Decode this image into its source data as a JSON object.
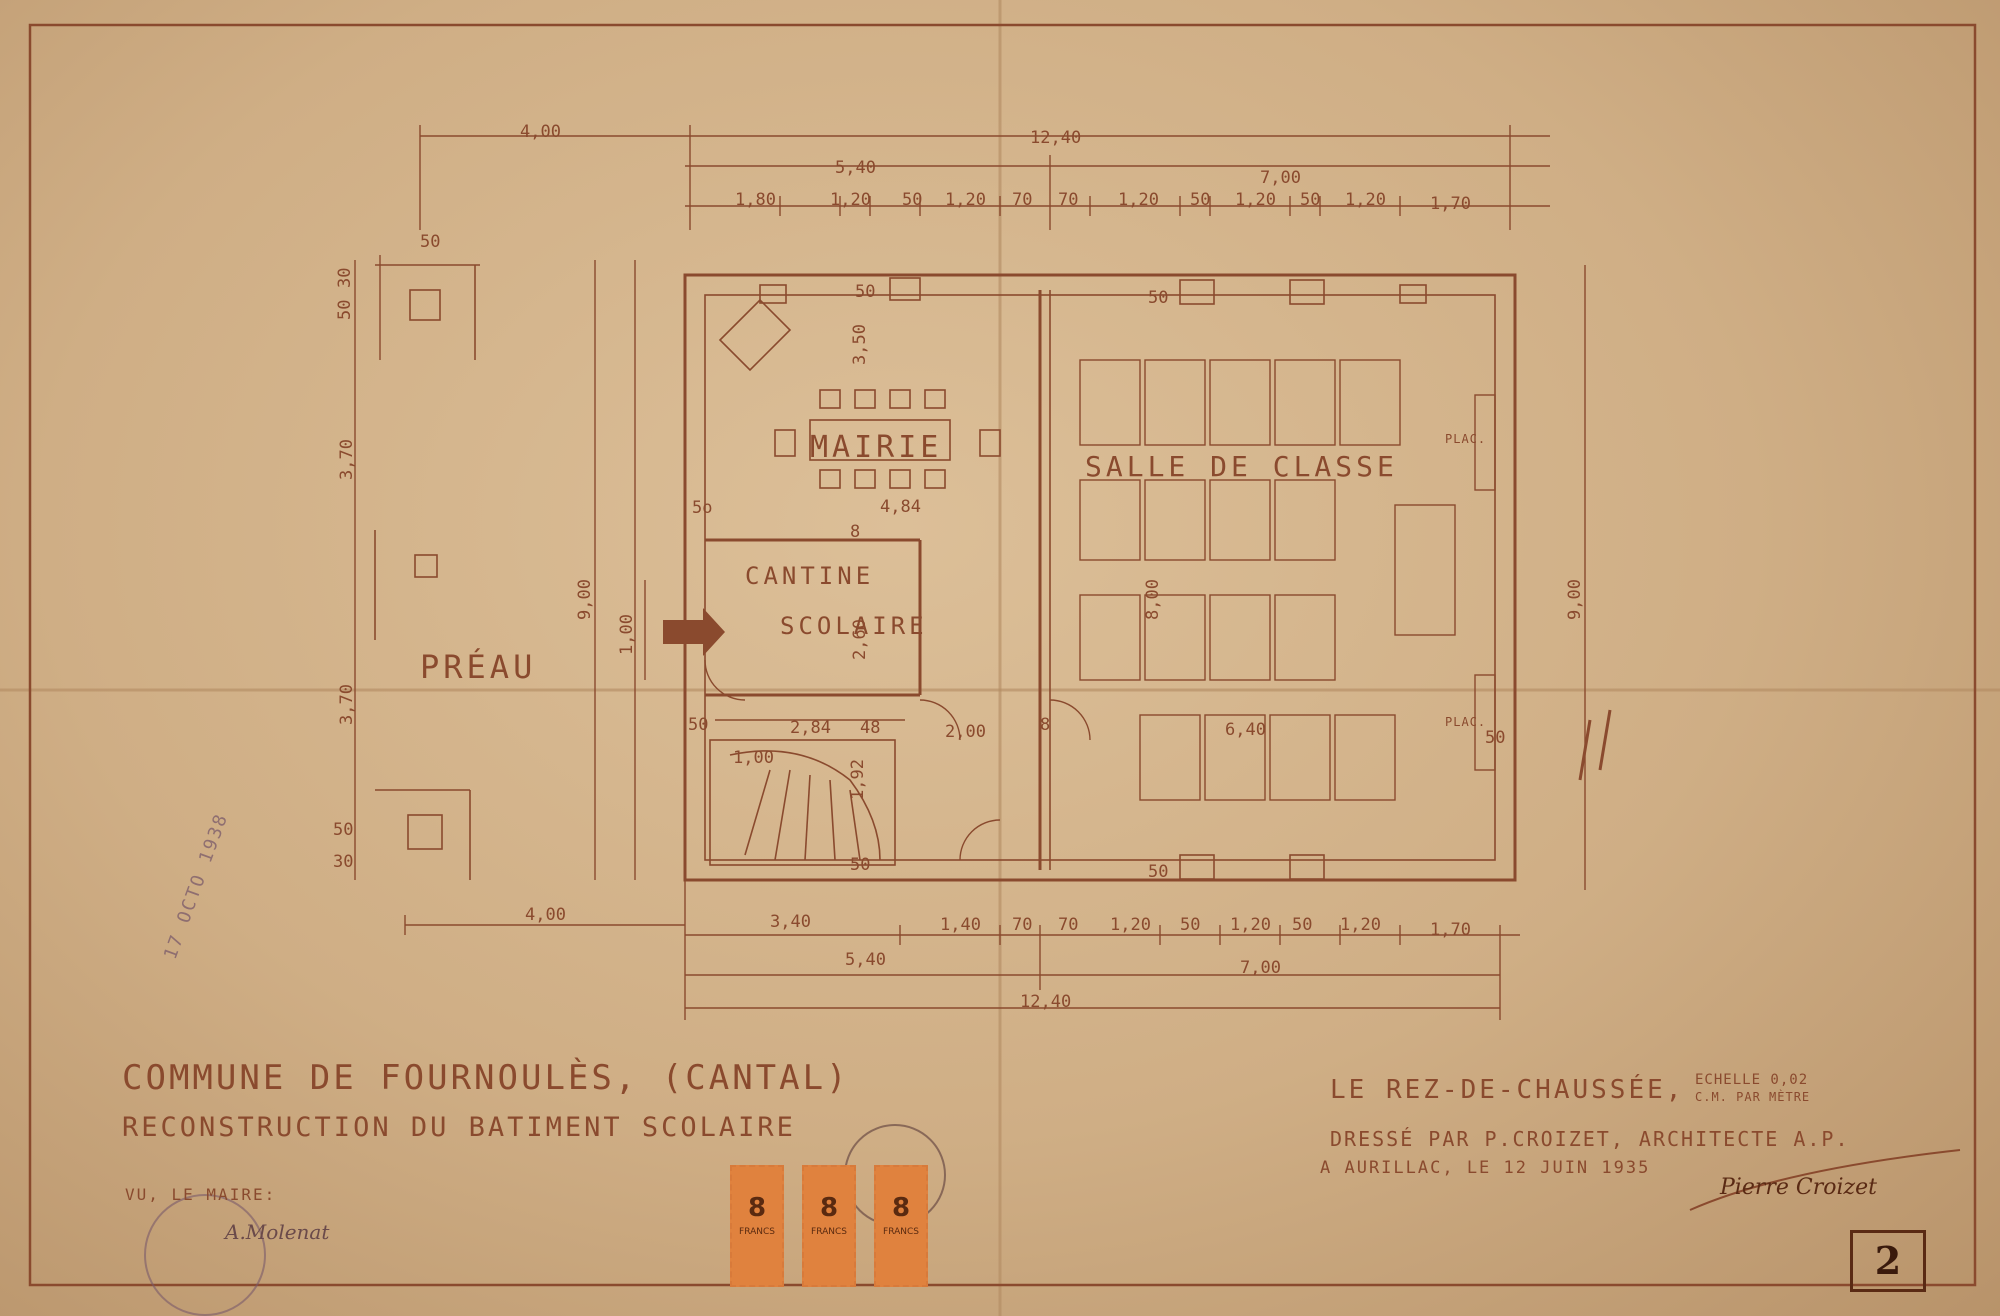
{
  "title_block": {
    "commune": "COMMUNE DE FOURNOULÈS, (CANTAL)",
    "project": "RECONSTRUCTION DU BATIMENT SCOLAIRE",
    "mayor_approval": "VU, LE MAIRE:",
    "plan_title": "LE REZ-DE-CHAUSSÉE,",
    "scale": "ECHELLE 0,02",
    "scale_unit": "C.M. PAR MÈTRE",
    "drawn_by": "DRESSÉ PAR P.CROIZET, ARCHITECTE A.P.",
    "place_date": "A AURILLAC, LE 12 JUIN 1935",
    "sheet_number": "2"
  },
  "rooms": {
    "mairie": "MAIRIE",
    "salle_de_classe": "SALLE DE CLASSE",
    "cantine": "CANTINE",
    "scolaire": "SCOLAIRE",
    "preau": "PRÉAU",
    "placard_top": "PLAC.",
    "placard_bottom": "PLAC."
  },
  "dimensions": {
    "top_left_total": "4,00",
    "top_total": "12,40",
    "top_left_part": "5,40",
    "top_right_part": "7,00",
    "top_segments": [
      "1,80",
      "1,20",
      "50",
      "1,20",
      "70",
      "70",
      "1,20",
      "50",
      "1,20",
      "50",
      "1,20",
      "1,70"
    ],
    "bottom_left_total": "4,00",
    "bottom_total": "12,40",
    "bottom_left_part": "5,40",
    "bottom_right_part": "7,00",
    "bottom_segments": [
      "3,40",
      "1,40",
      "70",
      "70",
      "1,20",
      "50",
      "1,20",
      "50",
      "1,20",
      "1,70"
    ],
    "left_height": "9,00",
    "right_height": "9,00",
    "preau_upper": "3,70",
    "preau_lower": "3,70",
    "pillar": "50",
    "pillar_top_a": "30",
    "pillar_top_b": "50",
    "pillar_bot_a": "50",
    "pillar_bot_b": "30",
    "door_height": "1,00",
    "mairie_depth": "3,50",
    "mairie_width": "4,84",
    "cantine_height": "2,60",
    "classroom_width": "6,40",
    "classroom_depth": "8,00",
    "stair_w": "1,00",
    "stair_l": "1,92",
    "corr_a": "2,84",
    "corr_b": "48",
    "corr_c": "2,00",
    "wall_a": "50",
    "wall_b": "50",
    "wall_c": "8",
    "wall_d": "8",
    "wall_e": "5o",
    "wall_f": "50",
    "wall_g": "50",
    "wall_h": "50",
    "wall_i": "50"
  },
  "stamps": [
    {
      "value": "8",
      "label": "FRANCS"
    },
    {
      "value": "8",
      "label": "FRANCS"
    },
    {
      "value": "8",
      "label": "FRANCS"
    }
  ],
  "received_stamp": "17 OCTO 1938",
  "signature_mayor": "A.Molenat",
  "signature_architect": "Pierre Croizet",
  "margin_mark": "//"
}
